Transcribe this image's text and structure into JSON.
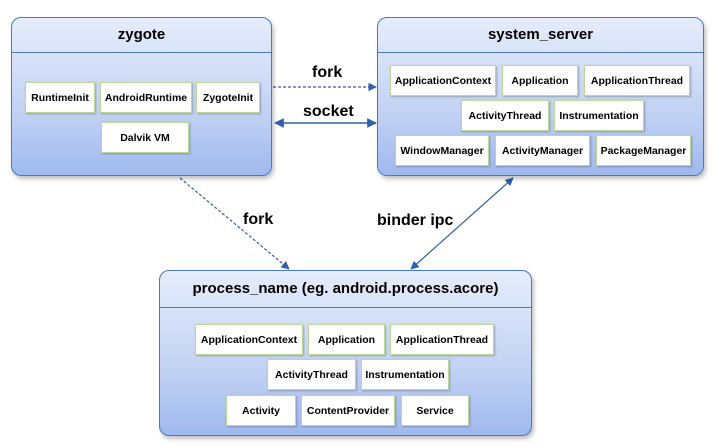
{
  "zygote": {
    "title": "zygote",
    "items": [
      "RuntimeInit",
      "AndroidRuntime",
      "ZygoteInit",
      "Dalvik VM"
    ]
  },
  "system_server": {
    "title": "system_server",
    "items": [
      "ApplicationContext",
      "Application",
      "ApplicationThread",
      "ActivityThread",
      "Instrumentation",
      "WindowManager",
      "ActivityManager",
      "PackageManager"
    ]
  },
  "process": {
    "title": "process_name (eg. android.process.acore)",
    "items": [
      "ApplicationContext",
      "Application",
      "ApplicationThread",
      "ActivityThread",
      "Instrumentation",
      "Activity",
      "ContentProvider",
      "Service"
    ]
  },
  "connections": {
    "fork_top": "fork",
    "socket": "socket",
    "fork_bottom": "fork",
    "binder": "binder ipc"
  },
  "colors": {
    "panel_border": "#4a78c2",
    "panel_top": "#e6edfb",
    "panel_bottom": "#9fb9ee",
    "box_border": "#b9d89a",
    "arrow": "#2f5fa8"
  }
}
